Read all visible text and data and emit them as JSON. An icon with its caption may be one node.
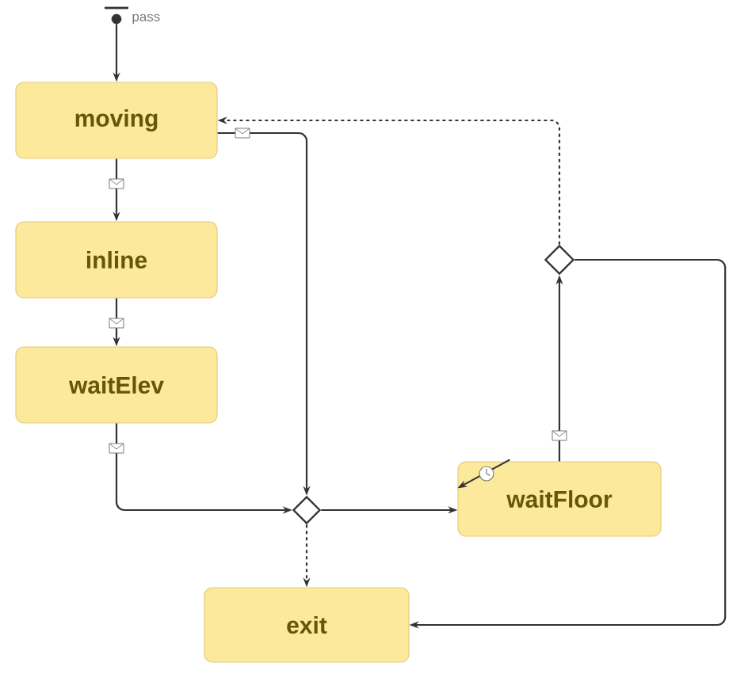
{
  "diagram": {
    "nodes": [
      {
        "text": [],
        "shape": "circle",
        "beside": [
          "pass"
        ]
      },
      {
        "text": [
          "moving"
        ]
      },
      {
        "text": [
          "inline"
        ]
      },
      {
        "text": [
          "waitElev"
        ]
      },
      {
        "text": [],
        "shape": "diamond"
      },
      {
        "text": [],
        "shape": "diamond"
      },
      {
        "text": [
          "waitFloor"
        ]
      },
      {
        "text": [
          "exit"
        ]
      }
    ],
    "edges": [
      {
        "from": 0,
        "to": 1,
        "arrow": "to"
      },
      {
        "from": 1,
        "to": 2,
        "arrow": "to"
      },
      {
        "from": 2,
        "to": 3,
        "arrow": "to"
      },
      {
        "from": 3,
        "to": 5,
        "arrow": "to"
      },
      {
        "from": 1,
        "to": 5,
        "arrow": "to"
      },
      {
        "from": 5,
        "to": 6,
        "arrow": "to"
      },
      {
        "from": 5,
        "to": 7,
        "arrow": "to",
        "style": "dashed"
      },
      {
        "from": 6,
        "to": 4,
        "arrow": "to"
      },
      {
        "from": 4,
        "to": 1,
        "arrow": "to",
        "style": "dashed"
      },
      {
        "from": 4,
        "to": 7,
        "arrow": "to"
      },
      {
        "from": 6,
        "to": 6,
        "arrow": "to"
      }
    ]
  }
}
